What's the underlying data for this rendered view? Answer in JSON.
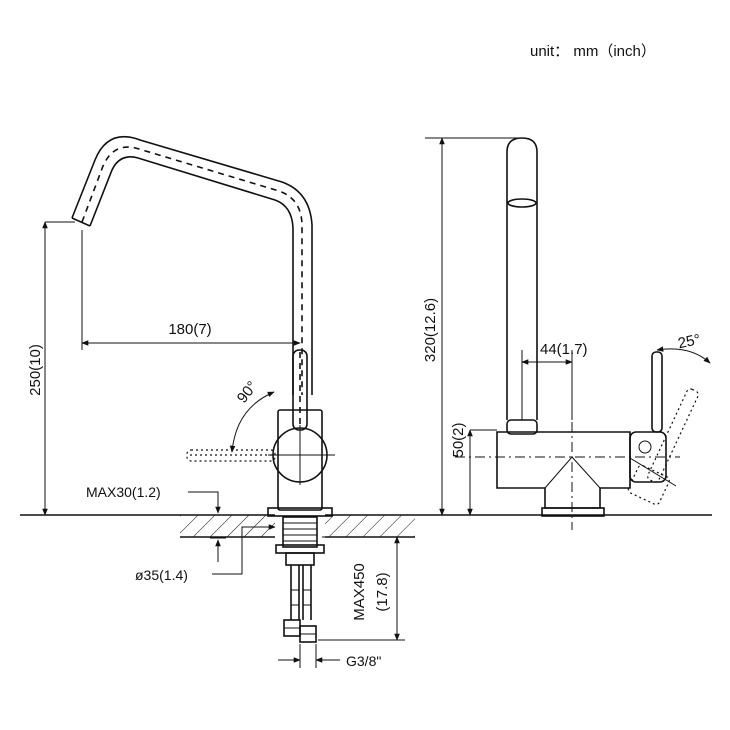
{
  "units_note": "unit： mm（inch）",
  "front_view": {
    "reach": "180(7)",
    "spout_height": "250(10)",
    "swivel_angle": "90°",
    "max_deck_thickness": "MAX30(1.2)",
    "hole_diameter": "ø35(1.4)",
    "max_hose_length": "MAX450",
    "max_hose_length_inch": "(17.8)",
    "connection_thread": "G3/8\""
  },
  "side_view": {
    "total_height": "320(12.6)",
    "handle_offset": "44(1.7)",
    "body_height": "50(2)",
    "handle_angle": "25°"
  }
}
